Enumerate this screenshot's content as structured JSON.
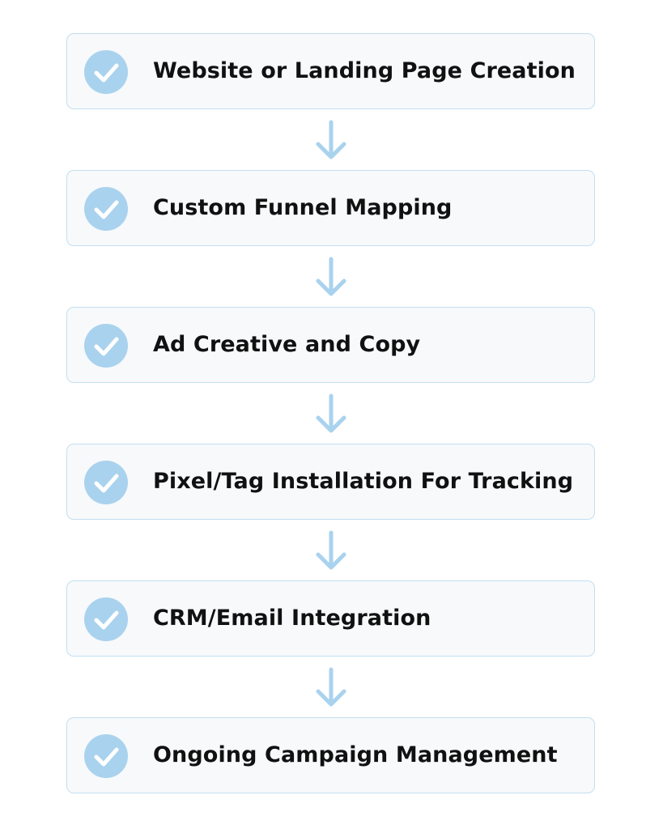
{
  "steps": [
    {
      "label": "Website or Landing Page Creation"
    },
    {
      "label": "Custom Funnel Mapping"
    },
    {
      "label": "Ad Creative and Copy"
    },
    {
      "label": "Pixel/Tag Installation For Tracking"
    },
    {
      "label": "CRM/Email Integration"
    },
    {
      "label": "Ongoing Campaign Management"
    }
  ],
  "icons": {
    "step_icon": "check-circle-icon",
    "connector_icon": "arrow-down-icon"
  },
  "colors": {
    "box_fill": "#f7f9fb",
    "box_border": "#c3dff0",
    "check_fill": "#a9d2ee",
    "arrow": "#a9d2ee",
    "text": "#111111"
  }
}
